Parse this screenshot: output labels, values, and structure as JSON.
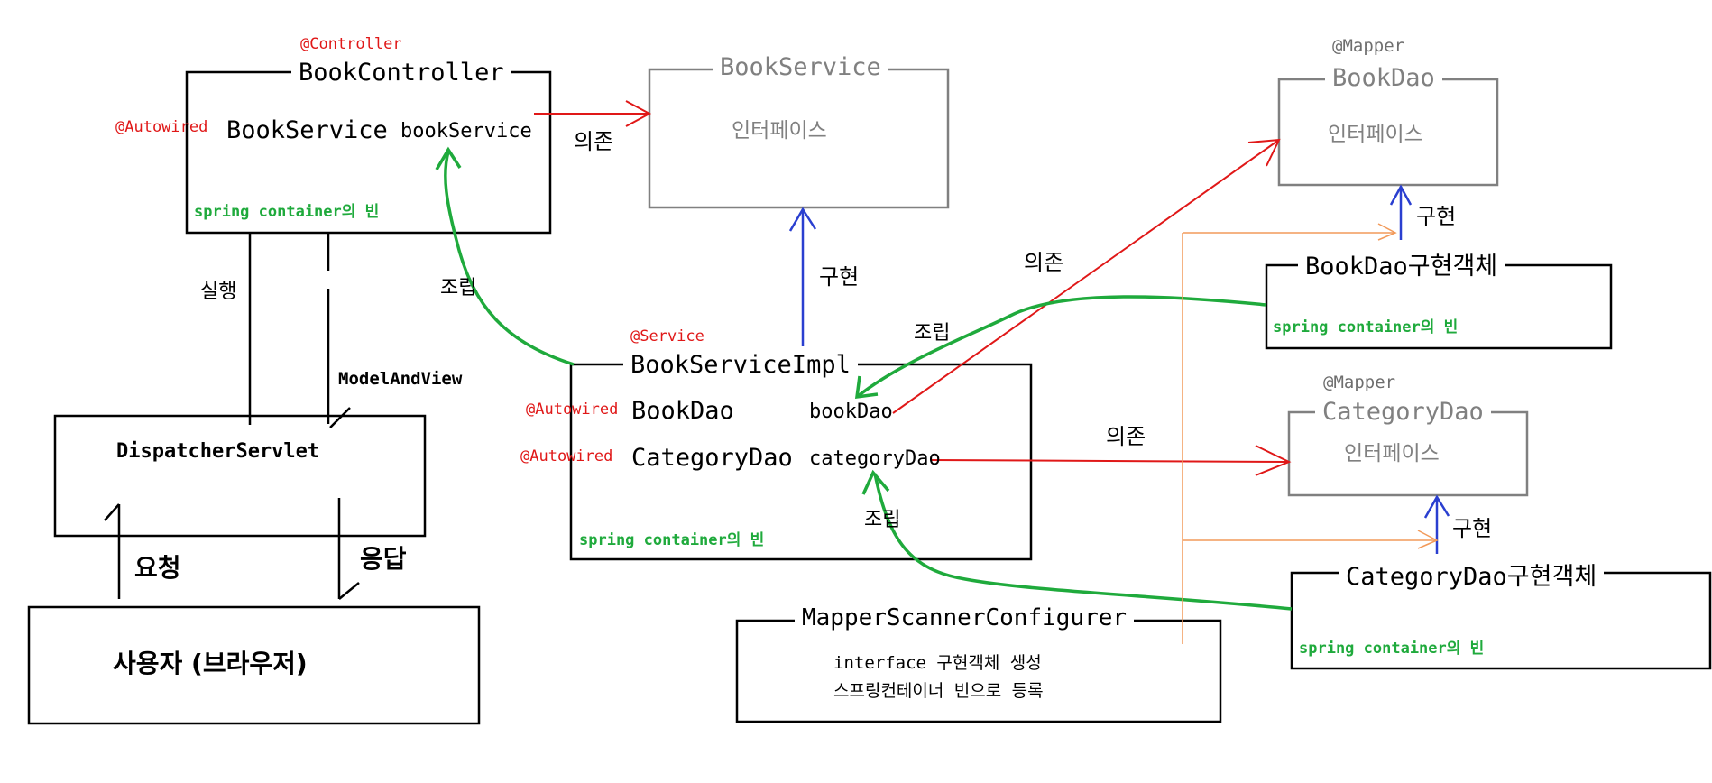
{
  "controller": {
    "annotation": "@Controller",
    "title": "BookController",
    "field_annotation": "@Autowired",
    "field_type": "BookService",
    "field_name": "bookService",
    "bean_label": "spring container의 빈"
  },
  "book_service": {
    "title": "BookService",
    "subtitle": "인터페이스"
  },
  "service_impl": {
    "annotation": "@Service",
    "title": "BookServiceImpl",
    "field1_annotation": "@Autowired",
    "field1_type": "BookDao",
    "field1_name": "bookDao",
    "field2_annotation": "@Autowired",
    "field2_type": "CategoryDao",
    "field2_name": "categoryDao",
    "bean_label": "spring container의 빈"
  },
  "book_dao": {
    "annotation": "@Mapper",
    "title": "BookDao",
    "subtitle": "인터페이스"
  },
  "book_dao_impl": {
    "title": "BookDao구현객체",
    "bean_label": "spring container의 빈"
  },
  "category_dao": {
    "annotation": "@Mapper",
    "title": "CategoryDao",
    "subtitle": "인터페이스"
  },
  "category_dao_impl": {
    "title": "CategoryDao구현객체",
    "bean_label": "spring container의 빈"
  },
  "dispatcher": {
    "title": "DispatcherServlet"
  },
  "user": {
    "title": "사용자 (브라우저)"
  },
  "mapper_scanner": {
    "title": "MapperScannerConfigurer",
    "line1": "interface 구현객체 생성",
    "line2": "스프링컨테이너 빈으로 등록"
  },
  "edges": {
    "execute": "실행",
    "model_and_view": "ModelAndView",
    "request": "요청",
    "response": "응답",
    "assemble_controller": "조립",
    "assemble_bookdao": "조립",
    "assemble_categorydao": "조립",
    "depends_service": "의존",
    "depends_bookdao": "의존",
    "depends_categorydao": "의존",
    "implements_service": "구현",
    "implements_bookdao": "구현",
    "implements_categorydao": "구현"
  },
  "colors": {
    "dependency": "#e01818",
    "assembly": "#1faa3c",
    "implementation": "#2a3fd0",
    "scanner": "#f29a5a",
    "interface_box": "#808080"
  }
}
